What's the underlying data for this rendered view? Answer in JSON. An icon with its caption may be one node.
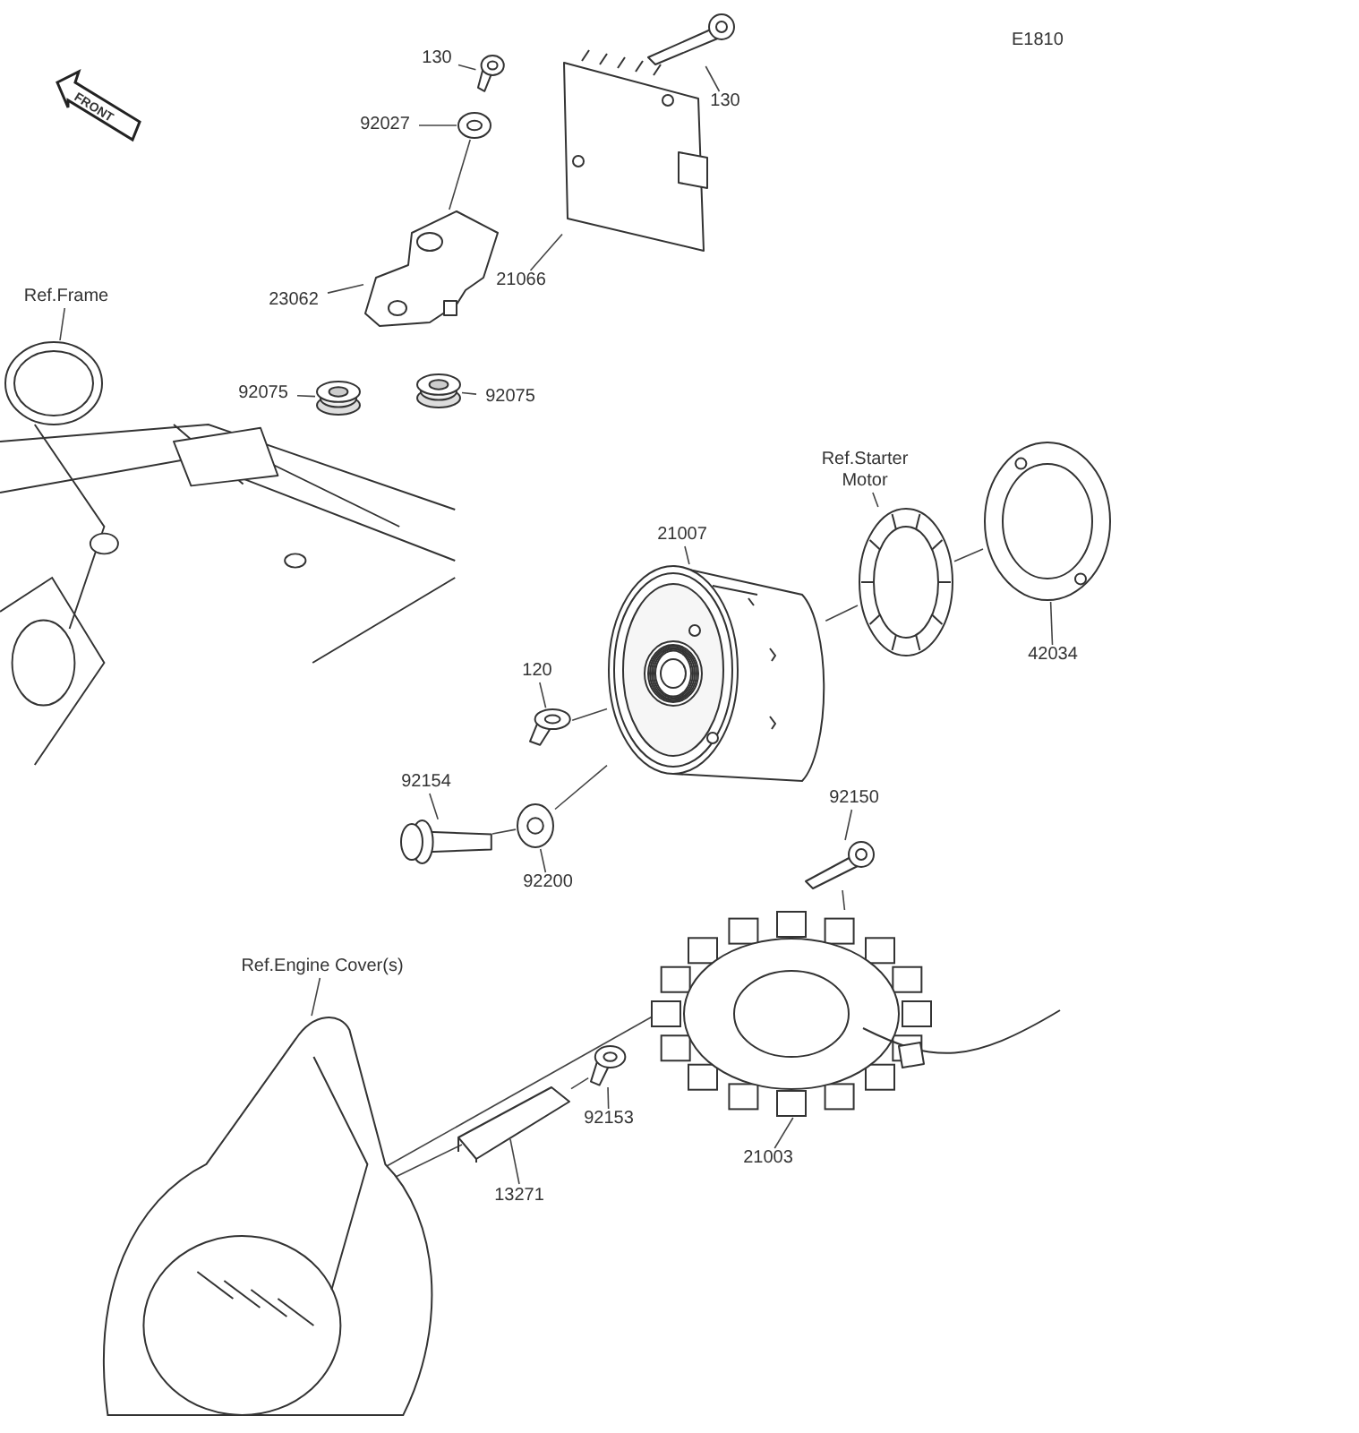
{
  "diagram": {
    "nodes": [
      {
        "text": [
          "130"
        ]
      },
      {
        "text": [],
        "shape": "picture"
      },
      {
        "text": [
          "130"
        ]
      },
      {
        "text": [],
        "shape": "picture"
      },
      {
        "text": [
          "92027"
        ]
      },
      {
        "text": [],
        "shape": "picture"
      },
      {
        "text": [
          "21066"
        ]
      },
      {
        "text": [],
        "shape": "picture"
      },
      {
        "text": [
          "23062"
        ]
      },
      {
        "text": [],
        "shape": "picture"
      },
      {
        "text": [
          "92075"
        ]
      },
      {
        "text": [],
        "shape": "picture"
      },
      {
        "text": [
          "92075"
        ]
      },
      {
        "text": [],
        "shape": "picture"
      },
      {
        "text": [
          "Ref.Frame"
        ]
      },
      {
        "text": [],
        "shape": "picture"
      },
      {
        "text": [
          "Ref.Starter Motor"
        ]
      },
      {
        "text": [],
        "shape": "picture"
      },
      {
        "text": [
          "21007"
        ]
      },
      {
        "text": [],
        "shape": "picture"
      },
      {
        "text": [
          "42034"
        ]
      },
      {
        "text": [],
        "shape": "picture"
      },
      {
        "text": [
          "120"
        ]
      },
      {
        "text": [],
        "shape": "picture"
      },
      {
        "text": [
          "92154"
        ]
      },
      {
        "text": [],
        "shape": "picture"
      },
      {
        "text": [
          "92200"
        ]
      },
      {
        "text": [],
        "shape": "picture"
      },
      {
        "text": [
          "92150"
        ]
      },
      {
        "text": [],
        "shape": "picture"
      },
      {
        "text": [
          "21003"
        ]
      },
      {
        "text": [],
        "shape": "picture"
      },
      {
        "text": [
          "Ref.Engine Cover(s)"
        ]
      },
      {
        "text": [],
        "shape": "picture"
      },
      {
        "text": [
          "92153"
        ]
      },
      {
        "text": [],
        "shape": "picture"
      },
      {
        "text": [
          "13271"
        ]
      },
      {
        "text": [],
        "shape": "picture"
      }
    ],
    "edges": [
      {
        "from": 0,
        "to": 1,
        "arrow": "none"
      },
      {
        "from": 2,
        "to": 3,
        "arrow": "none"
      },
      {
        "from": 4,
        "to": 5,
        "arrow": "none"
      },
      {
        "from": 6,
        "to": 7,
        "arrow": "none"
      },
      {
        "from": 8,
        "to": 9,
        "arrow": "none"
      },
      {
        "from": 10,
        "to": 11,
        "arrow": "none"
      },
      {
        "from": 12,
        "to": 13,
        "arrow": "none"
      },
      {
        "from": 14,
        "to": 15,
        "arrow": "none"
      },
      {
        "from": 16,
        "to": 17,
        "arrow": "none"
      },
      {
        "from": 18,
        "to": 19,
        "arrow": "none"
      },
      {
        "from": 20,
        "to": 21,
        "arrow": "none"
      },
      {
        "from": 22,
        "to": 23,
        "arrow": "none"
      },
      {
        "from": 24,
        "to": 25,
        "arrow": "none"
      },
      {
        "from": 26,
        "to": 27,
        "arrow": "none"
      },
      {
        "from": 28,
        "to": 29,
        "arrow": "none"
      },
      {
        "from": 30,
        "to": 31,
        "arrow": "none"
      },
      {
        "from": 32,
        "to": 33,
        "arrow": "none"
      },
      {
        "from": 34,
        "to": 35,
        "arrow": "none"
      },
      {
        "from": 36,
        "to": 37,
        "arrow": "none"
      },
      {
        "from": 5,
        "to": 9,
        "arrow": "none"
      },
      {
        "from": 23,
        "to": 19,
        "arrow": "none"
      },
      {
        "from": 27,
        "to": 19,
        "arrow": "none"
      },
      {
        "from": 25,
        "to": 27,
        "arrow": "none"
      },
      {
        "from": 19,
        "to": 17,
        "arrow": "none"
      },
      {
        "from": 17,
        "to": 21,
        "arrow": "none"
      },
      {
        "from": 29,
        "to": 31,
        "arrow": "none"
      },
      {
        "from": 31,
        "to": 33,
        "arrow": "none"
      },
      {
        "from": 35,
        "to": 37,
        "arrow": "none"
      },
      {
        "from": 37,
        "to": 33,
        "arrow": "none"
      }
    ],
    "labels": [
      "FRONT",
      "E1810"
    ]
  }
}
